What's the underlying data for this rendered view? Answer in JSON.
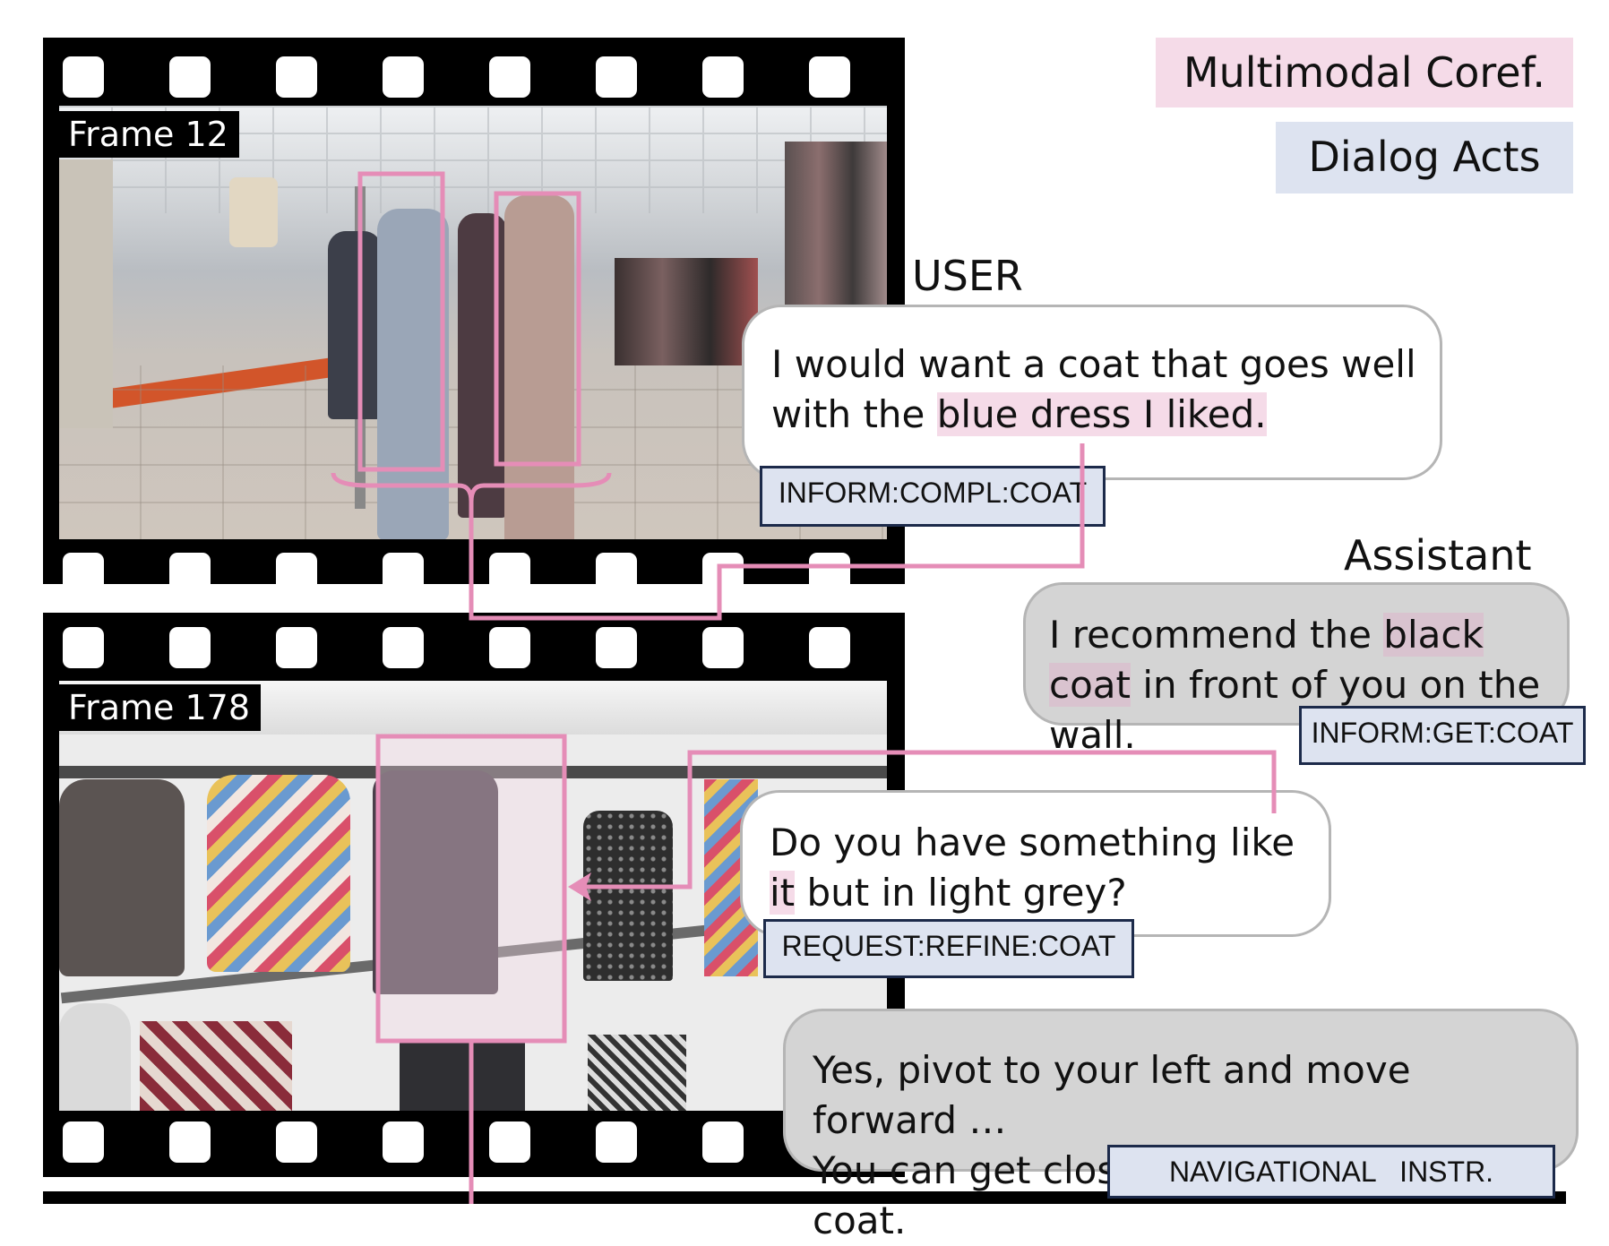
{
  "legend": {
    "coref_label": "Multimodal Coref.",
    "acts_label": "Dialog Acts",
    "coref_color": "#f5dbe8",
    "acts_color": "#dde3f0",
    "link_color": "#e58db7"
  },
  "frames": [
    {
      "label": "Frame 12"
    },
    {
      "label": "Frame 178"
    }
  ],
  "dialog": {
    "user_speaker": "USER",
    "assistant_speaker": "Assistant",
    "turn1": {
      "text_before": "I would want a coat that goes well with the ",
      "highlight": "blue dress I liked.",
      "act": "INFORM:COMPL:COAT"
    },
    "turn2": {
      "text_before": "I recommend the ",
      "highlight": "black coat",
      "text_after": " in front of you on the wall.",
      "act": "INFORM:GET:COAT"
    },
    "turn3": {
      "text_before": "Do you have something like ",
      "highlight": "it",
      "text_after": " but in light grey?",
      "act": "REQUEST:REFINE:COAT"
    },
    "turn4": {
      "line1": "Yes, pivot to your left and move forward …",
      "line2": "You can get closer to the light grey coat.",
      "act": "NAVIGATIONAL   INSTR."
    }
  }
}
